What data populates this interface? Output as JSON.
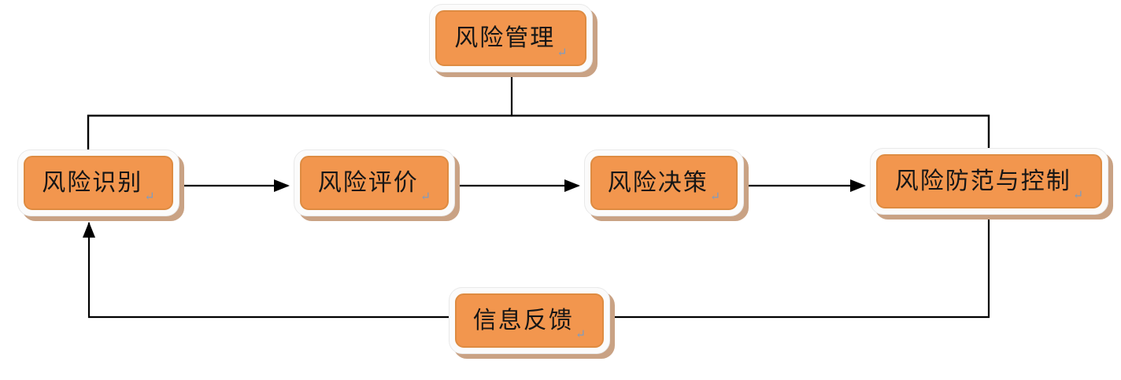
{
  "diagram": {
    "type": "flowchart",
    "nodes": [
      {
        "id": "risk-management",
        "label": "风险管理"
      },
      {
        "id": "risk-identification",
        "label": "风险识别"
      },
      {
        "id": "risk-evaluation",
        "label": "风险评价"
      },
      {
        "id": "risk-decision",
        "label": "风险决策"
      },
      {
        "id": "risk-prevention-control",
        "label": "风险防范与控制"
      },
      {
        "id": "information-feedback",
        "label": "信息反馈"
      }
    ],
    "edges": [
      {
        "from": "risk-management",
        "to": "process-row",
        "arrow": false
      },
      {
        "from": "risk-identification",
        "to": "risk-evaluation",
        "arrow": true
      },
      {
        "from": "risk-evaluation",
        "to": "risk-decision",
        "arrow": true
      },
      {
        "from": "risk-decision",
        "to": "risk-prevention-control",
        "arrow": true
      },
      {
        "from": "risk-prevention-control",
        "to": "information-feedback",
        "arrow": false
      },
      {
        "from": "information-feedback",
        "to": "risk-identification",
        "arrow": true
      }
    ],
    "paragraph_mark": "↵",
    "colors": {
      "node_fill": "#F2964E",
      "node_border": "#DE8B41",
      "node_outline": "#FBFBFB",
      "node_shadow": "#C9A284",
      "connector": "#000000",
      "paragraph_mark": "#7E9CC0"
    }
  }
}
